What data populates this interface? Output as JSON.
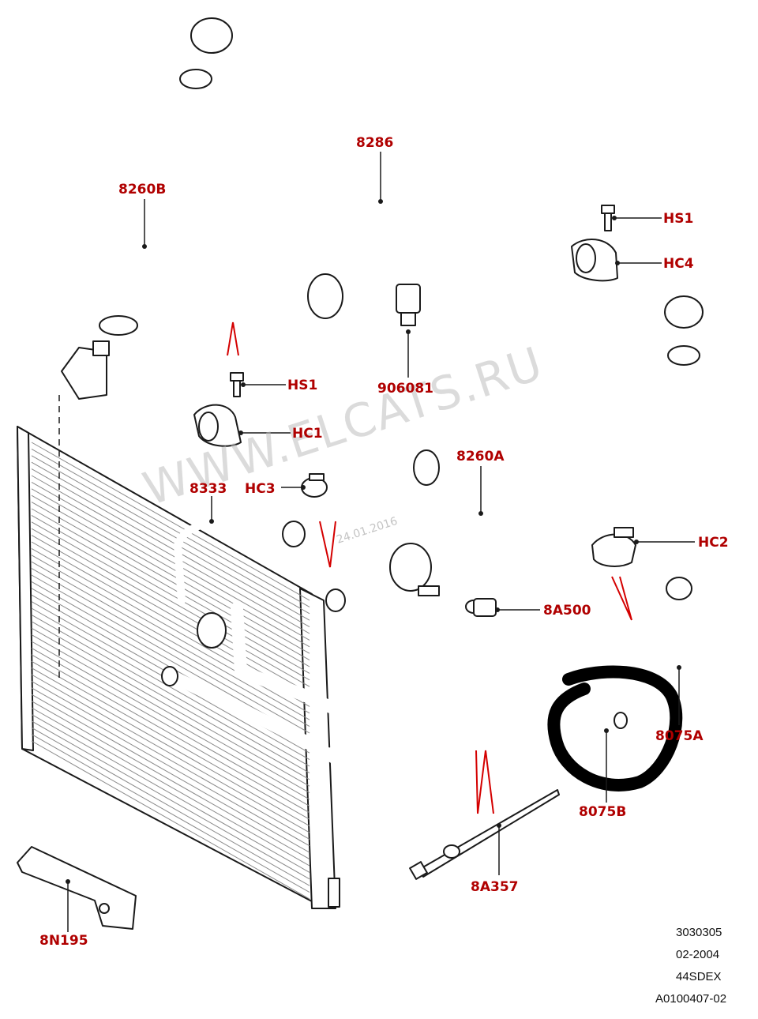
{
  "parts": {
    "p8286": "8286",
    "p8260b": "8260B",
    "hs1_top": "HS1",
    "hc4": "HC4",
    "p906081": "906081",
    "hs1_mid": "HS1",
    "hc1": "HC1",
    "p8260a": "8260A",
    "p8333": "8333",
    "hc3": "HC3",
    "hc2": "HC2",
    "p8a500": "8A500",
    "p8075a": "8075A",
    "p8075b": "8075B",
    "p8a357": "8A357",
    "p8n195": "8N195"
  },
  "watermark": {
    "site": "WWW.ELCATS.RU",
    "date": "24.01.2016"
  },
  "reference_codes": [
    "3030305",
    "02-2004",
    "44SDEX",
    "A0100407-02"
  ],
  "colors": {
    "label_red": "#b00000",
    "ink": "#1a1a1a",
    "marker_black": "#000000",
    "watermark_grey": "#bdbdbd"
  }
}
